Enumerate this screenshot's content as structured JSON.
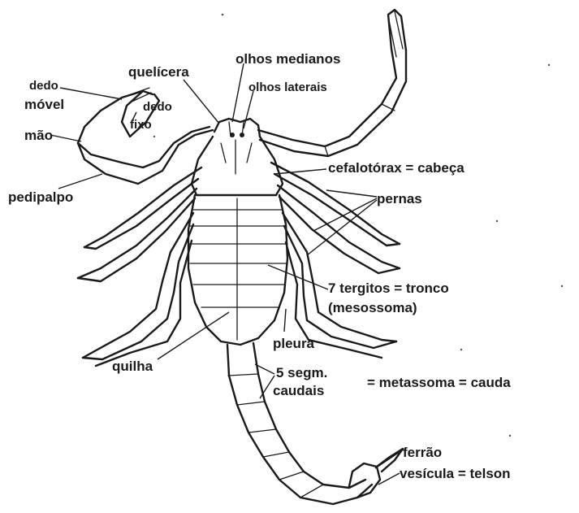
{
  "labels": {
    "dedo_movel_1": "dedo",
    "dedo_movel_2": "móvel",
    "dedo_fixo_1": "dedo",
    "dedo_fixo_2": "fixo",
    "mao": "mão",
    "pedipalpo": "pedipalpo",
    "quelicera": "quelícera",
    "olhos_medianos": "olhos medianos",
    "olhos_laterais": "olhos laterais",
    "cefalotorax": "cefalotórax = cabeça",
    "pernas": "pernas",
    "tergitos_1": "7 tergitos = tronco",
    "tergitos_2": "(mesossoma)",
    "pleura": "pleura",
    "quilha": "quilha",
    "segm_1": "5 segm.",
    "segm_2": "caudais",
    "metassoma": "= metassoma = cauda",
    "ferrao": "ferrão",
    "vesicula": "vesícula = telson"
  }
}
